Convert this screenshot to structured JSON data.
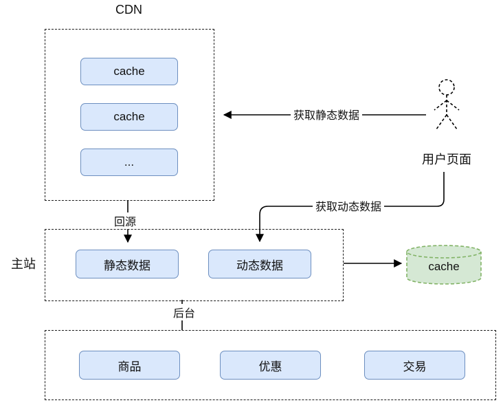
{
  "cdn": {
    "title": "CDN",
    "nodes": [
      "cache",
      "cache",
      "..."
    ]
  },
  "actor": {
    "label": "用户页面"
  },
  "main_site": {
    "label": "主站",
    "nodes": [
      "静态数据",
      "动态数据"
    ]
  },
  "cache_store": {
    "label": "cache"
  },
  "backend": {
    "nodes": [
      "商品",
      "优惠",
      "交易"
    ]
  },
  "edges": {
    "static_fetch": "获取静态数据",
    "dynamic_fetch": "获取动态数据",
    "origin_pull": "回源",
    "backend_link": "后台"
  },
  "colors": {
    "node_fill": "#dae8fc",
    "node_border": "#6c8ebf",
    "cache_fill": "#d5e8d4",
    "cache_border": "#82b366",
    "line": "#000000",
    "container_border": "#1a1a1a"
  }
}
